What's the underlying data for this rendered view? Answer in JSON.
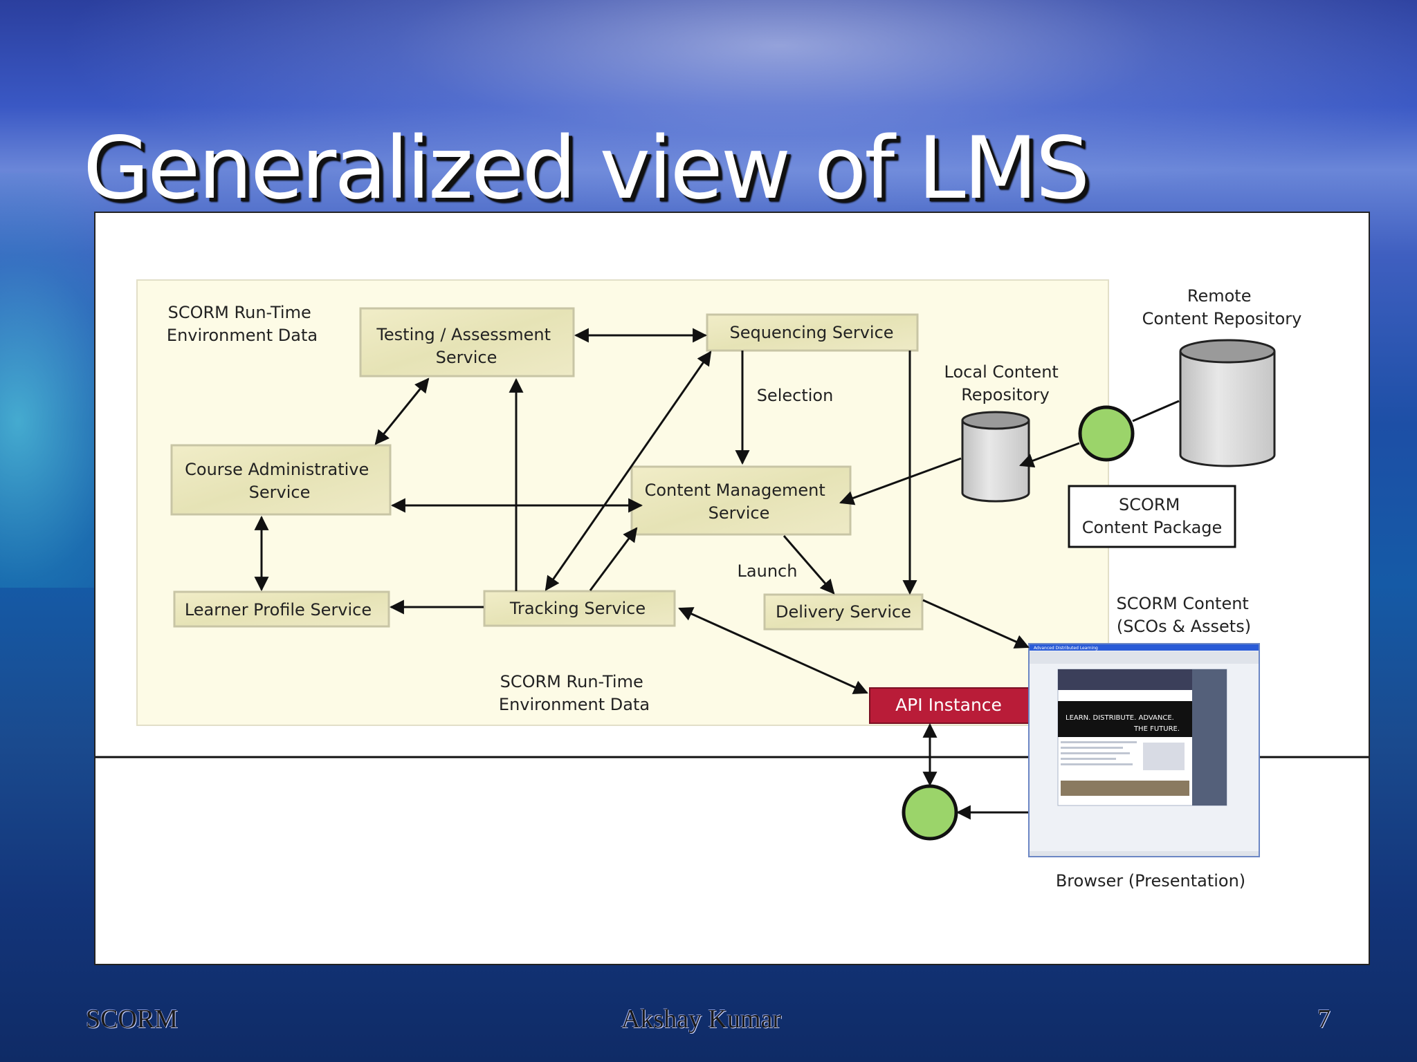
{
  "slide": {
    "title": "Generalized view of LMS"
  },
  "footer": {
    "left": "SCORM",
    "center": "Akshay Kumar",
    "page_number": "7"
  },
  "diagram": {
    "runtime_label_top": [
      "SCORM Run-Time",
      "Environment Data"
    ],
    "runtime_label_bottom": [
      "SCORM Run-Time",
      "Environment Data"
    ],
    "services": {
      "testing": [
        "Testing / Assessment",
        "Service"
      ],
      "sequencing": [
        "Sequencing Service"
      ],
      "course_admin": [
        "Course Administrative",
        "Service"
      ],
      "content_mgmt": [
        "Content Management",
        "Service"
      ],
      "learner_profile": [
        "Learner Profile Service"
      ],
      "tracking": [
        "Tracking Service"
      ],
      "delivery": [
        "Delivery Service"
      ]
    },
    "api_instance": "API Instance",
    "edge_labels": {
      "selection": "Selection",
      "launch": "Launch"
    },
    "local_repo": [
      "Local Content",
      "Repository"
    ],
    "remote_repo": [
      "Remote",
      "Content Repository"
    ],
    "content_package": [
      "SCORM",
      "Content Package"
    ],
    "scorm_content": [
      "SCORM Content",
      "(SCOs & Assets)"
    ],
    "browser_caption": "Browser (Presentation)",
    "browser_thumb": {
      "window_title": "Advanced Distributed Learning",
      "banner_line1": "LEARN. DISTRIBUTE. ADVANCE.",
      "banner_line2": "THE FUTURE."
    },
    "colors": {
      "runtime_bg": "#fdfbe6",
      "service_fill": "#ece9c2",
      "api_fill": "#b91c38",
      "connector_fill": "#9bd46a",
      "cylinder_fill": "#d9d9d9"
    }
  }
}
